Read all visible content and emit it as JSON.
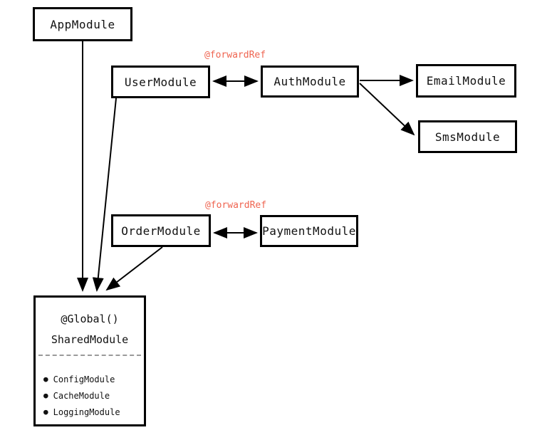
{
  "colors": {
    "background": "#ffffff",
    "stroke": "#000000",
    "annotation": "#ef6450",
    "divider": "#9a9a9a"
  },
  "nodes": [
    {
      "id": "app-module",
      "label": "AppModule"
    },
    {
      "id": "user-module",
      "label": "UserModule"
    },
    {
      "id": "auth-module",
      "label": "AuthModule"
    },
    {
      "id": "email-module",
      "label": "EmailModule"
    },
    {
      "id": "sms-module",
      "label": "SmsModule"
    },
    {
      "id": "order-module",
      "label": "OrderModule"
    },
    {
      "id": "payment-module",
      "label": "PaymentModule"
    }
  ],
  "shared_module": {
    "decorator": "@Global()",
    "title": "SharedModule",
    "items": [
      "ConfigModule",
      "CacheModule",
      "LoggingModule"
    ],
    "bullet": "●"
  },
  "annotations": [
    {
      "id": "forwardref-user-auth",
      "text": "@forwardRef"
    },
    {
      "id": "forwardref-order-payment",
      "text": "@forwardRef"
    }
  ],
  "edges": [
    {
      "from": "AppModule",
      "to": "SharedModule",
      "type": "arrow"
    },
    {
      "from": "UserModule",
      "to": "SharedModule",
      "type": "arrow"
    },
    {
      "from": "OrderModule",
      "to": "SharedModule",
      "type": "arrow"
    },
    {
      "from": "UserModule",
      "to": "AuthModule",
      "type": "double-arrow"
    },
    {
      "from": "AuthModule",
      "to": "EmailModule",
      "type": "arrow"
    },
    {
      "from": "AuthModule",
      "to": "SmsModule",
      "type": "arrow"
    },
    {
      "from": "OrderModule",
      "to": "PaymentModule",
      "type": "double-arrow"
    }
  ]
}
